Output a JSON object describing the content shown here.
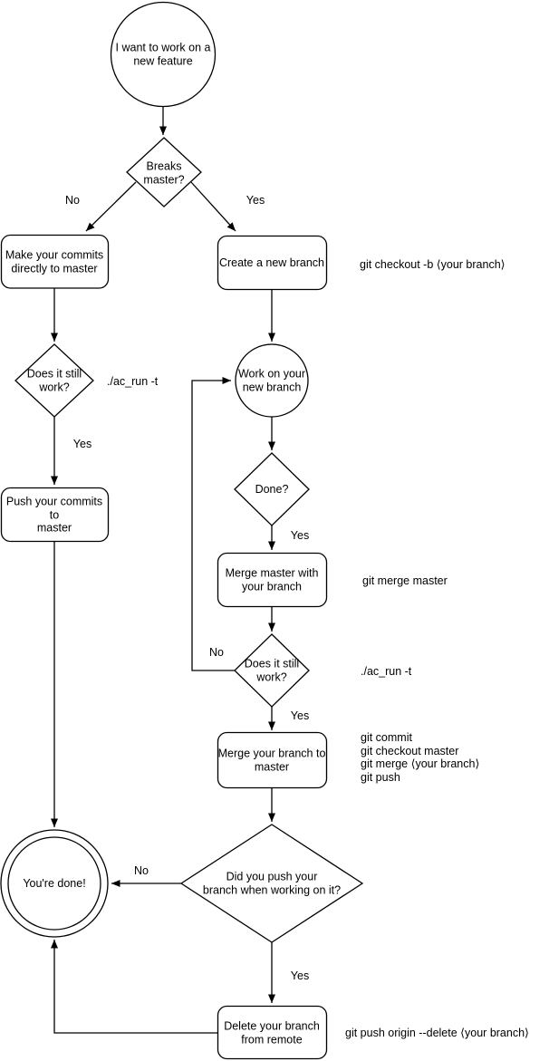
{
  "diagram": {
    "stroke_color": "#000000",
    "fill_color": "#ffffff",
    "text_color": "#000000",
    "labels": {
      "yes": "Yes",
      "no": "No"
    },
    "nodes": {
      "start": "I want to work on a\nnew feature",
      "breaks_master": "Breaks\nmaster?",
      "make_commits": "Make your commits\ndirectly to master",
      "still_work_left": "Does it still\nwork?",
      "push_commits": "Push your commits to\nmaster",
      "create_branch": "Create a new branch",
      "work_branch": "Work on your\nnew branch",
      "done": "Done?",
      "merge_master": "Merge master with\nyour branch",
      "still_work_right": "Does it still\nwork?",
      "merge_branch": "Merge your branch to\nmaster",
      "did_push": "Did you push your\nbranch when working on it?",
      "youre_done": "You're done!",
      "delete_branch": "Delete your branch\nfrom remote"
    },
    "annotations": {
      "create_branch_cmd": "git checkout -b ⟨your branch⟩",
      "test_cmd_left": "./ac_run -t",
      "merge_master_cmd": "git merge master",
      "test_cmd_right": "./ac_run -t",
      "merge_branch_cmds": "git commit\ngit checkout master\ngit merge ⟨your branch⟩\ngit push",
      "delete_branch_cmd": "git push origin --delete ⟨your branch⟩"
    }
  }
}
